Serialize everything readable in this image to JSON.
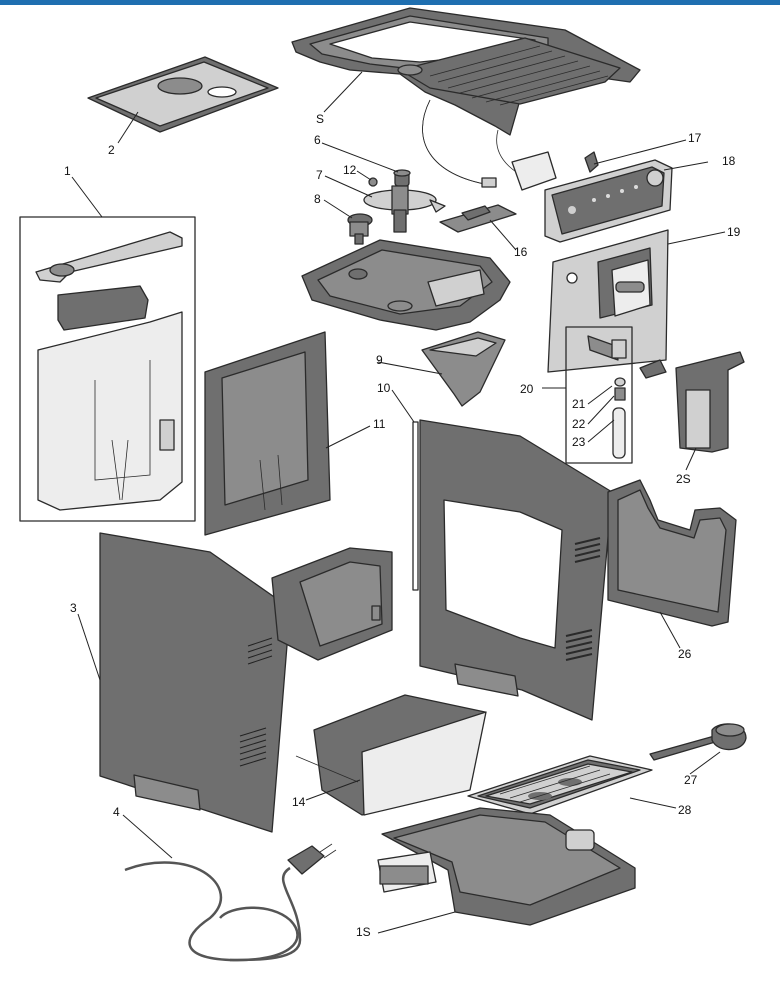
{
  "colors": {
    "top_rule": "#1f6fb0",
    "panel_dark": "#6f6f6f",
    "panel_light": "#d0d0d0",
    "line": "#2b2b2b"
  },
  "callouts": [
    "1",
    "2",
    "3",
    "4",
    "S",
    "6",
    "7",
    "8",
    "9",
    "10",
    "11",
    "12",
    "14",
    "1S",
    "16",
    "17",
    "18",
    "19",
    "20",
    "21",
    "22",
    "23",
    "2S",
    "26",
    "27",
    "28"
  ],
  "parts": [
    "water-tank",
    "tank-lid",
    "left-side-panel",
    "power-cord",
    "top-cover-with-cup-warmer",
    "grinder-knob",
    "grinder-hopper-ring",
    "grinder-adjust-knob",
    "ground-coffee-funnel",
    "door-hinge-pin",
    "rear-inner-panel",
    "coupling",
    "coffee-grounds-container",
    "drip-tray-base",
    "hopper-lid",
    "steam-knob",
    "control-panel",
    "front-panel-upper",
    "cappuccino-maker-assembly",
    "nozzle-connector",
    "seal",
    "steam-tube",
    "coffee-spout",
    "service-door",
    "measuring-scoop",
    "cup-grid"
  ]
}
